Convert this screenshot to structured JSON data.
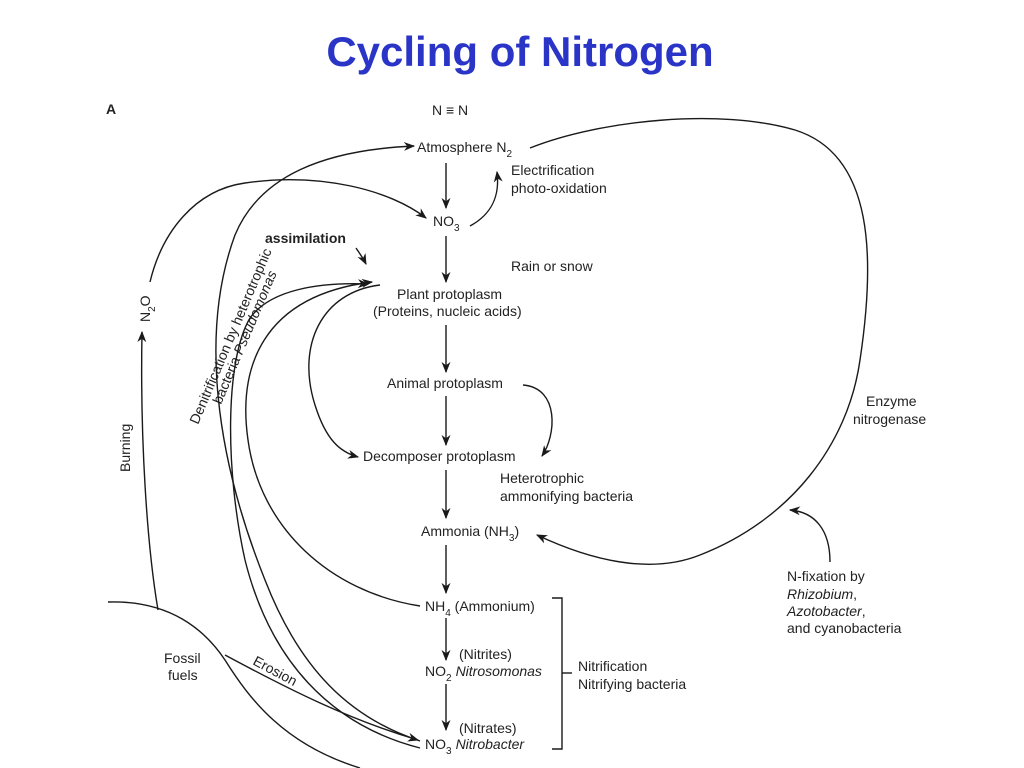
{
  "title": "Cycling of Nitrogen",
  "panel_label": "A",
  "nodes": {
    "dinitrogen": "N ≡ N",
    "atmosphere": "Atmosphere N",
    "atmosphere_sub": "2",
    "nitrate_top": "NO",
    "nitrate_top_sub": "3",
    "plant_line1": "Plant protoplasm",
    "plant_line2": "(Proteins, nucleic acids)",
    "animal": "Animal protoplasm",
    "decomposer": "Decomposer protoplasm",
    "ammonia": "Ammonia (NH",
    "ammonia_sub": "3",
    "ammonia_close": ")",
    "nh4": "NH",
    "nh4_sub": "4",
    "nh4_label": " (Ammonium)",
    "no2_top": "(Nitrites)",
    "no2": "NO",
    "no2_sub": "2",
    "no2_label": "Nitrosomonas",
    "no3_top": "(Nitrates)",
    "no3": "NO",
    "no3_sub": "3",
    "no3_label": "Nitrobacter",
    "fossil_line1": "Fossil",
    "fossil_line2": "fuels"
  },
  "labels": {
    "electrification_line1": "Electrification",
    "electrification_line2": "photo-oxidation",
    "rain": "Rain or snow",
    "assimilation": "assimilation",
    "heterotrophic_line1": "Heterotrophic",
    "heterotrophic_line2": "ammonifying bacteria",
    "enzyme_line1": "Enzyme",
    "enzyme_line2": "nitrogenase",
    "nfix_line1": "N-fixation by",
    "nfix_rhizobium": "Rhizobium",
    "nfix_azotobacter": "Azotobacter",
    "nfix_line4": "and cyanobacteria",
    "comma": ",",
    "nitrification_line1": "Nitrification",
    "nitrification_line2": "Nitrifying bacteria",
    "denit_line1": "Denitrification by heterotrophic",
    "denit_line2": "bacteria ",
    "denit_pseudomonas": "Pseudomonas",
    "n2o": "N",
    "n2o_sub": "2",
    "n2o_o": "O",
    "burning": "Burning",
    "erosion": "Erosion"
  }
}
